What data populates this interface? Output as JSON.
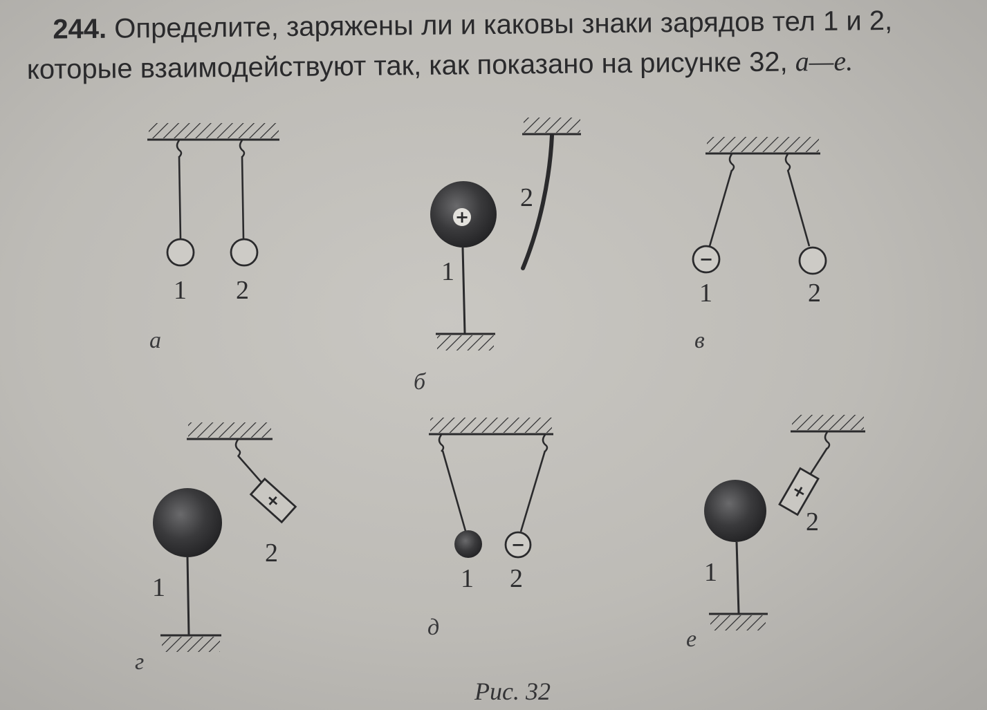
{
  "problem": {
    "number": "244.",
    "line1_text": "Определите, заряжены ли и каковы знаки зарядов тел 1 и 2,",
    "line2_text": "которые взаимодействуют так, как показано на рисунке 32, ",
    "line2_range": "а—е."
  },
  "figure": {
    "caption": "Рис. 32",
    "panels": [
      {
        "id": "a",
        "sublabel": "а",
        "labels": [
          "1",
          "2"
        ],
        "signs": []
      },
      {
        "id": "b",
        "sublabel": "б",
        "labels": [
          "1",
          "2"
        ],
        "signs": [
          "+"
        ]
      },
      {
        "id": "v",
        "sublabel": "в",
        "labels": [
          "1",
          "2"
        ],
        "signs": [
          "−"
        ]
      },
      {
        "id": "g",
        "sublabel": "г",
        "labels": [
          "1",
          "2"
        ],
        "signs": [
          "+"
        ]
      },
      {
        "id": "d",
        "sublabel": "д",
        "labels": [
          "1",
          "2"
        ],
        "signs": [
          "−"
        ]
      },
      {
        "id": "e",
        "sublabel": "е",
        "labels": [
          "1",
          "2"
        ],
        "signs": [
          "+"
        ]
      }
    ]
  },
  "colors": {
    "ink": "#2a2a2c",
    "paper": "#c4c2bd",
    "sphere_dark": "#3a3a3c"
  }
}
